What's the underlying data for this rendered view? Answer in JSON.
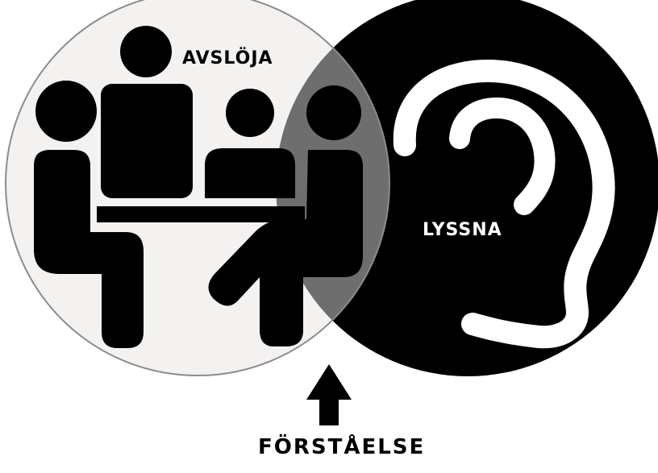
{
  "diagram": {
    "left_circle": {
      "label": "AVSLÖJA",
      "icon": "meeting-people-icon",
      "fill": "#f4f1f1",
      "stroke": "#8c8c8c"
    },
    "right_circle": {
      "label": "LYSSNA",
      "icon": "ear-icon",
      "fill": "#000000",
      "label_color": "#ffffff"
    },
    "overlap": {
      "fill": "#6e6e6e"
    },
    "bottom": {
      "label": "FÖRSTÅELSE",
      "icon": "arrow-up-icon"
    }
  }
}
